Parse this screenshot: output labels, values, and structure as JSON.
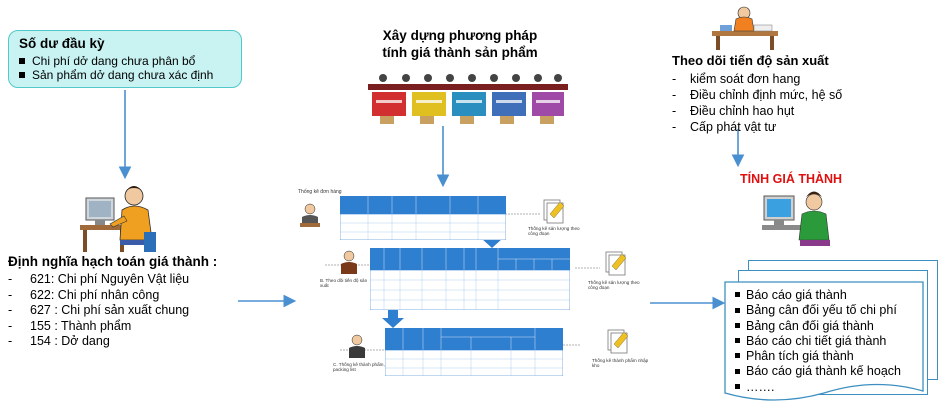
{
  "opening_balance": {
    "title": "Số dư đầu kỳ",
    "items": [
      "Chi phí dở dang chưa phân bổ",
      "Sản phẩm dở dang chưa xác định"
    ]
  },
  "method": {
    "title_line1": "Xây dựng phương pháp",
    "title_line2": "tính giá thành sản phẩm"
  },
  "tracking": {
    "title": "Theo dõi tiến độ sản xuất",
    "items": [
      "kiểm soát đơn hang",
      "Điều chỉnh định mức, hệ số",
      "Điều chỉnh hao hụt",
      "Cấp phát vật tư"
    ]
  },
  "accounting": {
    "title": "Định nghĩa hạch toán giá thành :",
    "items": [
      "621: Chi phí Nguyên Vật liệu",
      "622: Chi phí nhân công",
      "627 : Chi phí sản xuất chung",
      "155 : Thành phẩm",
      "154 : Dở dang"
    ]
  },
  "cost": {
    "title": "TÍNH GIÁ THÀNH",
    "reports": [
      "Báo cáo giá thành",
      "Bảng cân đối yếu tố chi phí",
      "Bảng cân đối giá thành",
      "Báo cáo chi tiết giá thành",
      "Phân tích giá thành",
      "Báo cáo giá thành kế hoạch",
      "……."
    ]
  },
  "flow": {
    "order_stats": "Thống kê đơn hàng",
    "stage_output_1": "Thống kê sản lượng theo công đoạn",
    "stage_output_2": "Thống kê sản lượng theo công đoạn",
    "step_b": "B. Theo dõi tiến độ sản xuất",
    "step_c": "C. Thống kê thành phẩm, packing list",
    "finished_goods": "Thống kê thành phẩm nhập kho"
  },
  "colors": {
    "arrow": "#4a90d0",
    "table_header": "#2f7fd0",
    "box_fill": "#c9f3f3",
    "box_border": "#52c8c8",
    "cost_title": "#e01010"
  }
}
